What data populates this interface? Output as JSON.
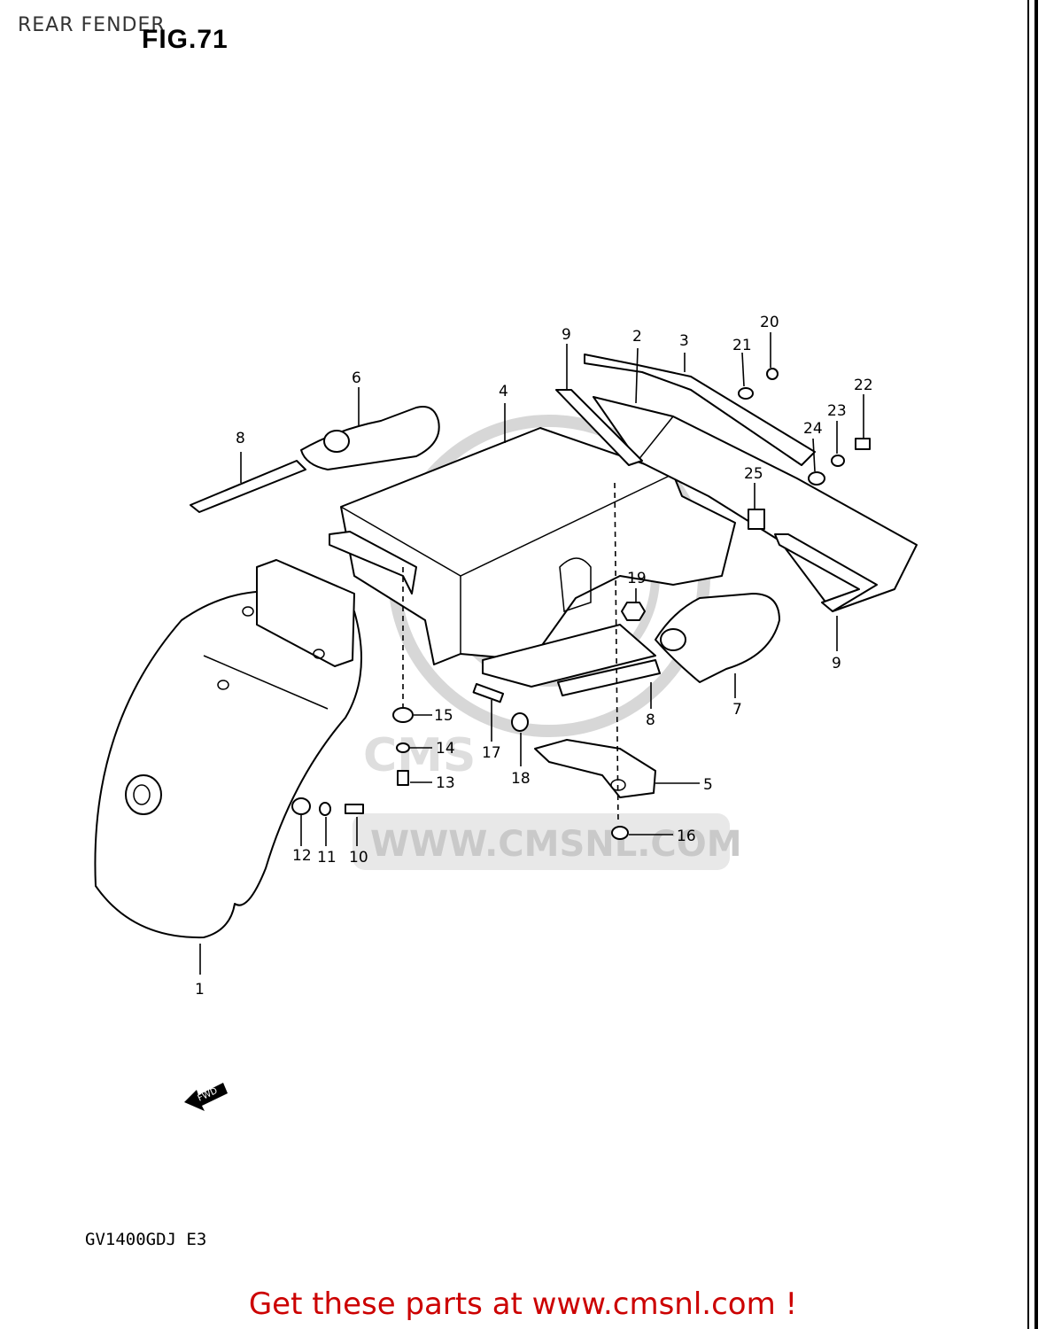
{
  "header": {
    "title": "REAR FENDER",
    "figure": "FIG.71"
  },
  "watermark": {
    "text": "WWW.CMSNL.COM",
    "logo": "CMS"
  },
  "callouts": [
    "1",
    "2",
    "3",
    "4",
    "5",
    "6",
    "7",
    "8",
    "8",
    "9",
    "9",
    "10",
    "11",
    "12",
    "13",
    "14",
    "15",
    "16",
    "17",
    "18",
    "19",
    "20",
    "21",
    "22",
    "23",
    "24",
    "25"
  ],
  "direction_badge": "FWD",
  "model_code": "GV1400GDJ E3",
  "footer": {
    "text": "Get these parts at www.cmsnl.com !",
    "color": "#cc0000"
  }
}
